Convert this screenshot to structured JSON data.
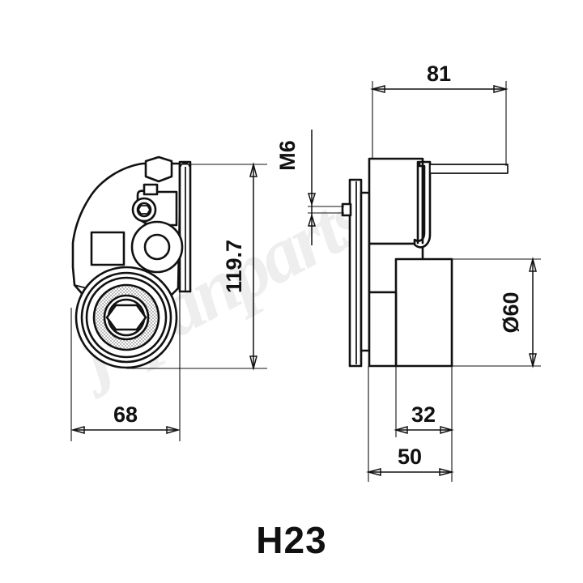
{
  "document": {
    "type": "technical-drawing",
    "part_code": "H23",
    "background_color": "#ffffff",
    "line_color": "#111111",
    "watermark_text": "japanparts",
    "watermark_color": "#eeeeee"
  },
  "views": {
    "left": {
      "name": "front-view",
      "description": "Belt tensioner front view with pulley and mounting bracket"
    },
    "right": {
      "name": "side-view",
      "description": "Belt tensioner side view showing body, arm and pulley width"
    }
  },
  "dimensions": {
    "height_overall": "119.7",
    "width_overall": "68",
    "length_overall": "81",
    "pulley_diameter": "Ø60",
    "pulley_width": "32",
    "body_width": "50",
    "thread": "M6"
  },
  "labels": {
    "part_code": "H23"
  }
}
